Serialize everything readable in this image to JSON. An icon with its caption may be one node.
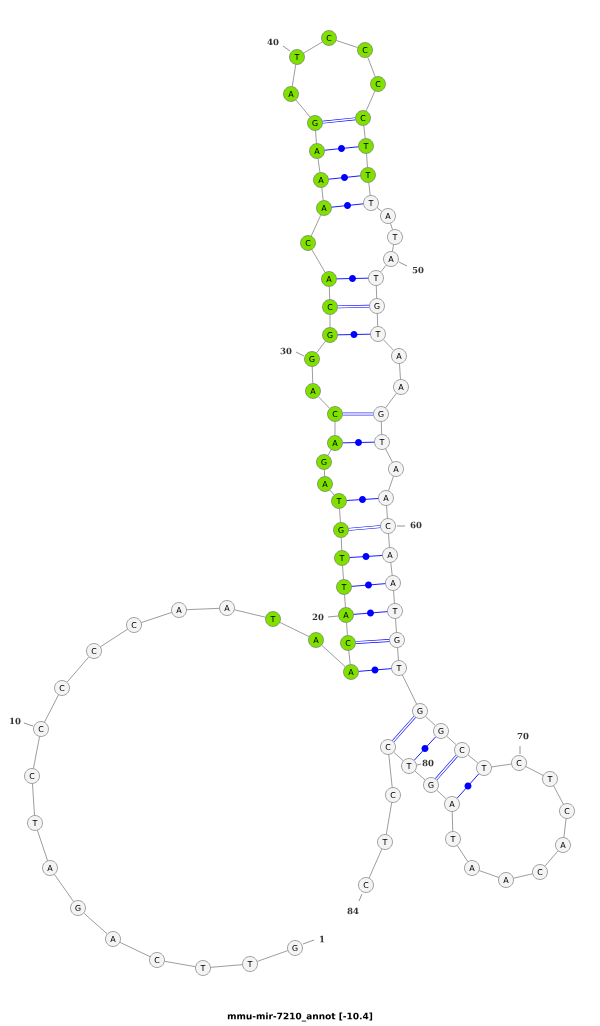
{
  "diagram": {
    "title": "mmu-mir-7210_annot [-10.4]",
    "nodes": [
      {
        "text": [
          "G"
        ],
        "beside": [
          "1"
        ]
      },
      {
        "text": [
          "T"
        ]
      },
      {
        "text": [
          "T"
        ]
      },
      {
        "text": [
          "C"
        ]
      },
      {
        "text": [
          "A"
        ]
      },
      {
        "text": [
          "G"
        ]
      },
      {
        "text": [
          "A"
        ]
      },
      {
        "text": [
          "T"
        ]
      },
      {
        "text": [
          "C"
        ]
      },
      {
        "text": [
          "C"
        ],
        "beside": [
          "10"
        ]
      },
      {
        "text": [
          "C"
        ]
      },
      {
        "text": [
          "C"
        ]
      },
      {
        "text": [
          "C"
        ]
      },
      {
        "text": [
          "A"
        ]
      },
      {
        "text": [
          "A"
        ]
      },
      {
        "text": [
          "T"
        ]
      },
      {
        "text": [
          "A"
        ]
      },
      {
        "text": [
          "A"
        ]
      },
      {
        "text": [
          "C"
        ]
      },
      {
        "text": [
          "A"
        ],
        "beside": [
          "20"
        ]
      },
      {
        "text": [
          "T"
        ]
      },
      {
        "text": [
          "T"
        ]
      },
      {
        "text": [
          "G"
        ]
      },
      {
        "text": [
          "T"
        ]
      },
      {
        "text": [
          "A"
        ]
      },
      {
        "text": [
          "G"
        ]
      },
      {
        "text": [
          "A"
        ]
      },
      {
        "text": [
          "C"
        ]
      },
      {
        "text": [
          "A"
        ]
      },
      {
        "text": [
          "G"
        ],
        "beside": [
          "30"
        ]
      },
      {
        "text": [
          "G"
        ]
      },
      {
        "text": [
          "C"
        ]
      },
      {
        "text": [
          "A"
        ]
      },
      {
        "text": [
          "C"
        ]
      },
      {
        "text": [
          "A"
        ]
      },
      {
        "text": [
          "A"
        ]
      },
      {
        "text": [
          "A"
        ]
      },
      {
        "text": [
          "G"
        ]
      },
      {
        "text": [
          "A"
        ]
      },
      {
        "text": [
          "T"
        ],
        "beside": [
          "40"
        ]
      },
      {
        "text": [
          "C"
        ]
      },
      {
        "text": [
          "C"
        ]
      },
      {
        "text": [
          "C"
        ]
      },
      {
        "text": [
          "C"
        ]
      },
      {
        "text": [
          "T"
        ]
      },
      {
        "text": [
          "T"
        ]
      },
      {
        "text": [
          "T"
        ]
      },
      {
        "text": [
          "A"
        ]
      },
      {
        "text": [
          "T"
        ]
      },
      {
        "text": [
          "A"
        ],
        "beside": [
          "50"
        ]
      },
      {
        "text": [
          "T"
        ]
      },
      {
        "text": [
          "G"
        ]
      },
      {
        "text": [
          "T"
        ]
      },
      {
        "text": [
          "A"
        ]
      },
      {
        "text": [
          "A"
        ]
      },
      {
        "text": [
          "G"
        ]
      },
      {
        "text": [
          "T"
        ]
      },
      {
        "text": [
          "A"
        ]
      },
      {
        "text": [
          "A"
        ]
      },
      {
        "text": [
          "C"
        ],
        "beside": [
          "60"
        ]
      },
      {
        "text": [
          "A"
        ]
      },
      {
        "text": [
          "A"
        ]
      },
      {
        "text": [
          "T"
        ]
      },
      {
        "text": [
          "G"
        ]
      },
      {
        "text": [
          "T"
        ]
      },
      {
        "text": [
          "G"
        ]
      },
      {
        "text": [
          "G"
        ]
      },
      {
        "text": [
          "C"
        ]
      },
      {
        "text": [
          "T"
        ]
      },
      {
        "text": [
          "C"
        ],
        "beside": [
          "70"
        ]
      },
      {
        "text": [
          "T"
        ]
      },
      {
        "text": [
          "C"
        ]
      },
      {
        "text": [
          "A"
        ]
      },
      {
        "text": [
          "C"
        ]
      },
      {
        "text": [
          "A"
        ]
      },
      {
        "text": [
          "A"
        ]
      },
      {
        "text": [
          "T"
        ]
      },
      {
        "text": [
          "A"
        ]
      },
      {
        "text": [
          "G"
        ]
      },
      {
        "text": [
          "T"
        ],
        "beside": [
          "80"
        ]
      },
      {
        "text": [
          "C"
        ]
      },
      {
        "text": [
          "C"
        ]
      },
      {
        "text": [
          "T"
        ]
      },
      {
        "text": [
          "C"
        ],
        "beside": [
          "84"
        ]
      }
    ],
    "edges": [
      {
        "from": 0,
        "to": 1,
        "arrow": "none"
      },
      {
        "from": 1,
        "to": 2,
        "arrow": "none"
      },
      {
        "from": 2,
        "to": 3,
        "arrow": "none"
      },
      {
        "from": 3,
        "to": 4,
        "arrow": "none"
      },
      {
        "from": 4,
        "to": 5,
        "arrow": "none"
      },
      {
        "from": 5,
        "to": 6,
        "arrow": "none"
      },
      {
        "from": 6,
        "to": 7,
        "arrow": "none"
      },
      {
        "from": 7,
        "to": 8,
        "arrow": "none"
      },
      {
        "from": 8,
        "to": 9,
        "arrow": "none"
      },
      {
        "from": 9,
        "to": 10,
        "arrow": "none"
      },
      {
        "from": 10,
        "to": 11,
        "arrow": "none"
      },
      {
        "from": 11,
        "to": 12,
        "arrow": "none"
      },
      {
        "from": 12,
        "to": 13,
        "arrow": "none"
      },
      {
        "from": 13,
        "to": 14,
        "arrow": "none"
      },
      {
        "from": 14,
        "to": 15,
        "arrow": "none"
      },
      {
        "from": 15,
        "to": 16,
        "arrow": "none"
      },
      {
        "from": 16,
        "to": 17,
        "arrow": "none"
      },
      {
        "from": 17,
        "to": 18,
        "arrow": "none"
      },
      {
        "from": 18,
        "to": 19,
        "arrow": "none"
      },
      {
        "from": 19,
        "to": 20,
        "arrow": "none"
      },
      {
        "from": 20,
        "to": 21,
        "arrow": "none"
      },
      {
        "from": 21,
        "to": 22,
        "arrow": "none"
      },
      {
        "from": 22,
        "to": 23,
        "arrow": "none"
      },
      {
        "from": 23,
        "to": 24,
        "arrow": "none"
      },
      {
        "from": 24,
        "to": 25,
        "arrow": "none"
      },
      {
        "from": 25,
        "to": 26,
        "arrow": "none"
      },
      {
        "from": 26,
        "to": 27,
        "arrow": "none"
      },
      {
        "from": 27,
        "to": 28,
        "arrow": "none"
      },
      {
        "from": 28,
        "to": 29,
        "arrow": "none"
      },
      {
        "from": 29,
        "to": 30,
        "arrow": "none"
      },
      {
        "from": 30,
        "to": 31,
        "arrow": "none"
      },
      {
        "from": 31,
        "to": 32,
        "arrow": "none"
      },
      {
        "from": 32,
        "to": 33,
        "arrow": "none"
      },
      {
        "from": 33,
        "to": 34,
        "arrow": "none"
      },
      {
        "from": 34,
        "to": 35,
        "arrow": "none"
      },
      {
        "from": 35,
        "to": 36,
        "arrow": "none"
      },
      {
        "from": 36,
        "to": 37,
        "arrow": "none"
      },
      {
        "from": 37,
        "to": 38,
        "arrow": "none"
      },
      {
        "from": 38,
        "to": 39,
        "arrow": "none"
      },
      {
        "from": 39,
        "to": 40,
        "arrow": "none"
      },
      {
        "from": 40,
        "to": 41,
        "arrow": "none"
      },
      {
        "from": 41,
        "to": 42,
        "arrow": "none"
      },
      {
        "from": 42,
        "to": 43,
        "arrow": "none"
      },
      {
        "from": 43,
        "to": 44,
        "arrow": "none"
      },
      {
        "from": 44,
        "to": 45,
        "arrow": "none"
      },
      {
        "from": 45,
        "to": 46,
        "arrow": "none"
      },
      {
        "from": 46,
        "to": 47,
        "arrow": "none"
      },
      {
        "from": 47,
        "to": 48,
        "arrow": "none"
      },
      {
        "from": 48,
        "to": 49,
        "arrow": "none"
      },
      {
        "from": 49,
        "to": 50,
        "arrow": "none"
      },
      {
        "from": 50,
        "to": 51,
        "arrow": "none"
      },
      {
        "from": 51,
        "to": 52,
        "arrow": "none"
      },
      {
        "from": 52,
        "to": 53,
        "arrow": "none"
      },
      {
        "from": 53,
        "to": 54,
        "arrow": "none"
      },
      {
        "from": 54,
        "to": 55,
        "arrow": "none"
      },
      {
        "from": 55,
        "to": 56,
        "arrow": "none"
      },
      {
        "from": 56,
        "to": 57,
        "arrow": "none"
      },
      {
        "from": 57,
        "to": 58,
        "arrow": "none"
      },
      {
        "from": 58,
        "to": 59,
        "arrow": "none"
      },
      {
        "from": 59,
        "to": 60,
        "arrow": "none"
      },
      {
        "from": 60,
        "to": 61,
        "arrow": "none"
      },
      {
        "from": 61,
        "to": 62,
        "arrow": "none"
      },
      {
        "from": 62,
        "to": 63,
        "arrow": "none"
      },
      {
        "from": 63,
        "to": 64,
        "arrow": "none"
      },
      {
        "from": 64,
        "to": 65,
        "arrow": "none"
      },
      {
        "from": 65,
        "to": 66,
        "arrow": "none"
      },
      {
        "from": 66,
        "to": 67,
        "arrow": "none"
      },
      {
        "from": 67,
        "to": 68,
        "arrow": "none"
      },
      {
        "from": 68,
        "to": 69,
        "arrow": "none"
      },
      {
        "from": 69,
        "to": 70,
        "arrow": "none"
      },
      {
        "from": 70,
        "to": 71,
        "arrow": "none"
      },
      {
        "from": 71,
        "to": 72,
        "arrow": "none"
      },
      {
        "from": 72,
        "to": 73,
        "arrow": "none"
      },
      {
        "from": 73,
        "to": 74,
        "arrow": "none"
      },
      {
        "from": 74,
        "to": 75,
        "arrow": "none"
      },
      {
        "from": 75,
        "to": 76,
        "arrow": "none"
      },
      {
        "from": 76,
        "to": 77,
        "arrow": "none"
      },
      {
        "from": 77,
        "to": 78,
        "arrow": "none"
      },
      {
        "from": 78,
        "to": 79,
        "arrow": "none"
      },
      {
        "from": 79,
        "to": 80,
        "arrow": "none"
      },
      {
        "from": 80,
        "to": 81,
        "arrow": "none"
      },
      {
        "from": 81,
        "to": 82,
        "arrow": "none"
      },
      {
        "from": 82,
        "to": 83,
        "arrow": "none"
      },
      {
        "from": 17,
        "to": 64,
        "arrow": "none",
        "color": "#0000ff"
      },
      {
        "from": 18,
        "to": 63,
        "arrow": "none",
        "color": "#0000ff",
        "style": "thick"
      },
      {
        "from": 19,
        "to": 62,
        "arrow": "none",
        "color": "#0000ff"
      },
      {
        "from": 20,
        "to": 61,
        "arrow": "none",
        "color": "#0000ff"
      },
      {
        "from": 21,
        "to": 60,
        "arrow": "none",
        "color": "#0000ff"
      },
      {
        "from": 22,
        "to": 59,
        "arrow": "none",
        "color": "#0000ff",
        "style": "thick"
      },
      {
        "from": 23,
        "to": 58,
        "arrow": "none",
        "color": "#0000ff"
      },
      {
        "from": 26,
        "to": 56,
        "arrow": "none",
        "color": "#0000ff"
      },
      {
        "from": 27,
        "to": 55,
        "arrow": "none",
        "color": "#0000ff",
        "style": "thick"
      },
      {
        "from": 30,
        "to": 52,
        "arrow": "none",
        "color": "#0000ff"
      },
      {
        "from": 31,
        "to": 51,
        "arrow": "none",
        "color": "#0000ff",
        "style": "thick"
      },
      {
        "from": 32,
        "to": 50,
        "arrow": "none",
        "color": "#0000ff"
      },
      {
        "from": 34,
        "to": 46,
        "arrow": "none",
        "color": "#0000ff"
      },
      {
        "from": 35,
        "to": 45,
        "arrow": "none",
        "color": "#0000ff"
      },
      {
        "from": 36,
        "to": 44,
        "arrow": "none",
        "color": "#0000ff"
      },
      {
        "from": 37,
        "to": 43,
        "arrow": "none",
        "color": "#0000ff",
        "style": "thick"
      },
      {
        "from": 65,
        "to": 80,
        "arrow": "none",
        "color": "#0000ff",
        "style": "thick"
      },
      {
        "from": 66,
        "to": 79,
        "arrow": "none",
        "color": "#0000ff"
      },
      {
        "from": 67,
        "to": 78,
        "arrow": "none",
        "color": "#0000ff",
        "style": "thick"
      },
      {
        "from": 68,
        "to": 77,
        "arrow": "none",
        "color": "#0000ff"
      }
    ]
  }
}
